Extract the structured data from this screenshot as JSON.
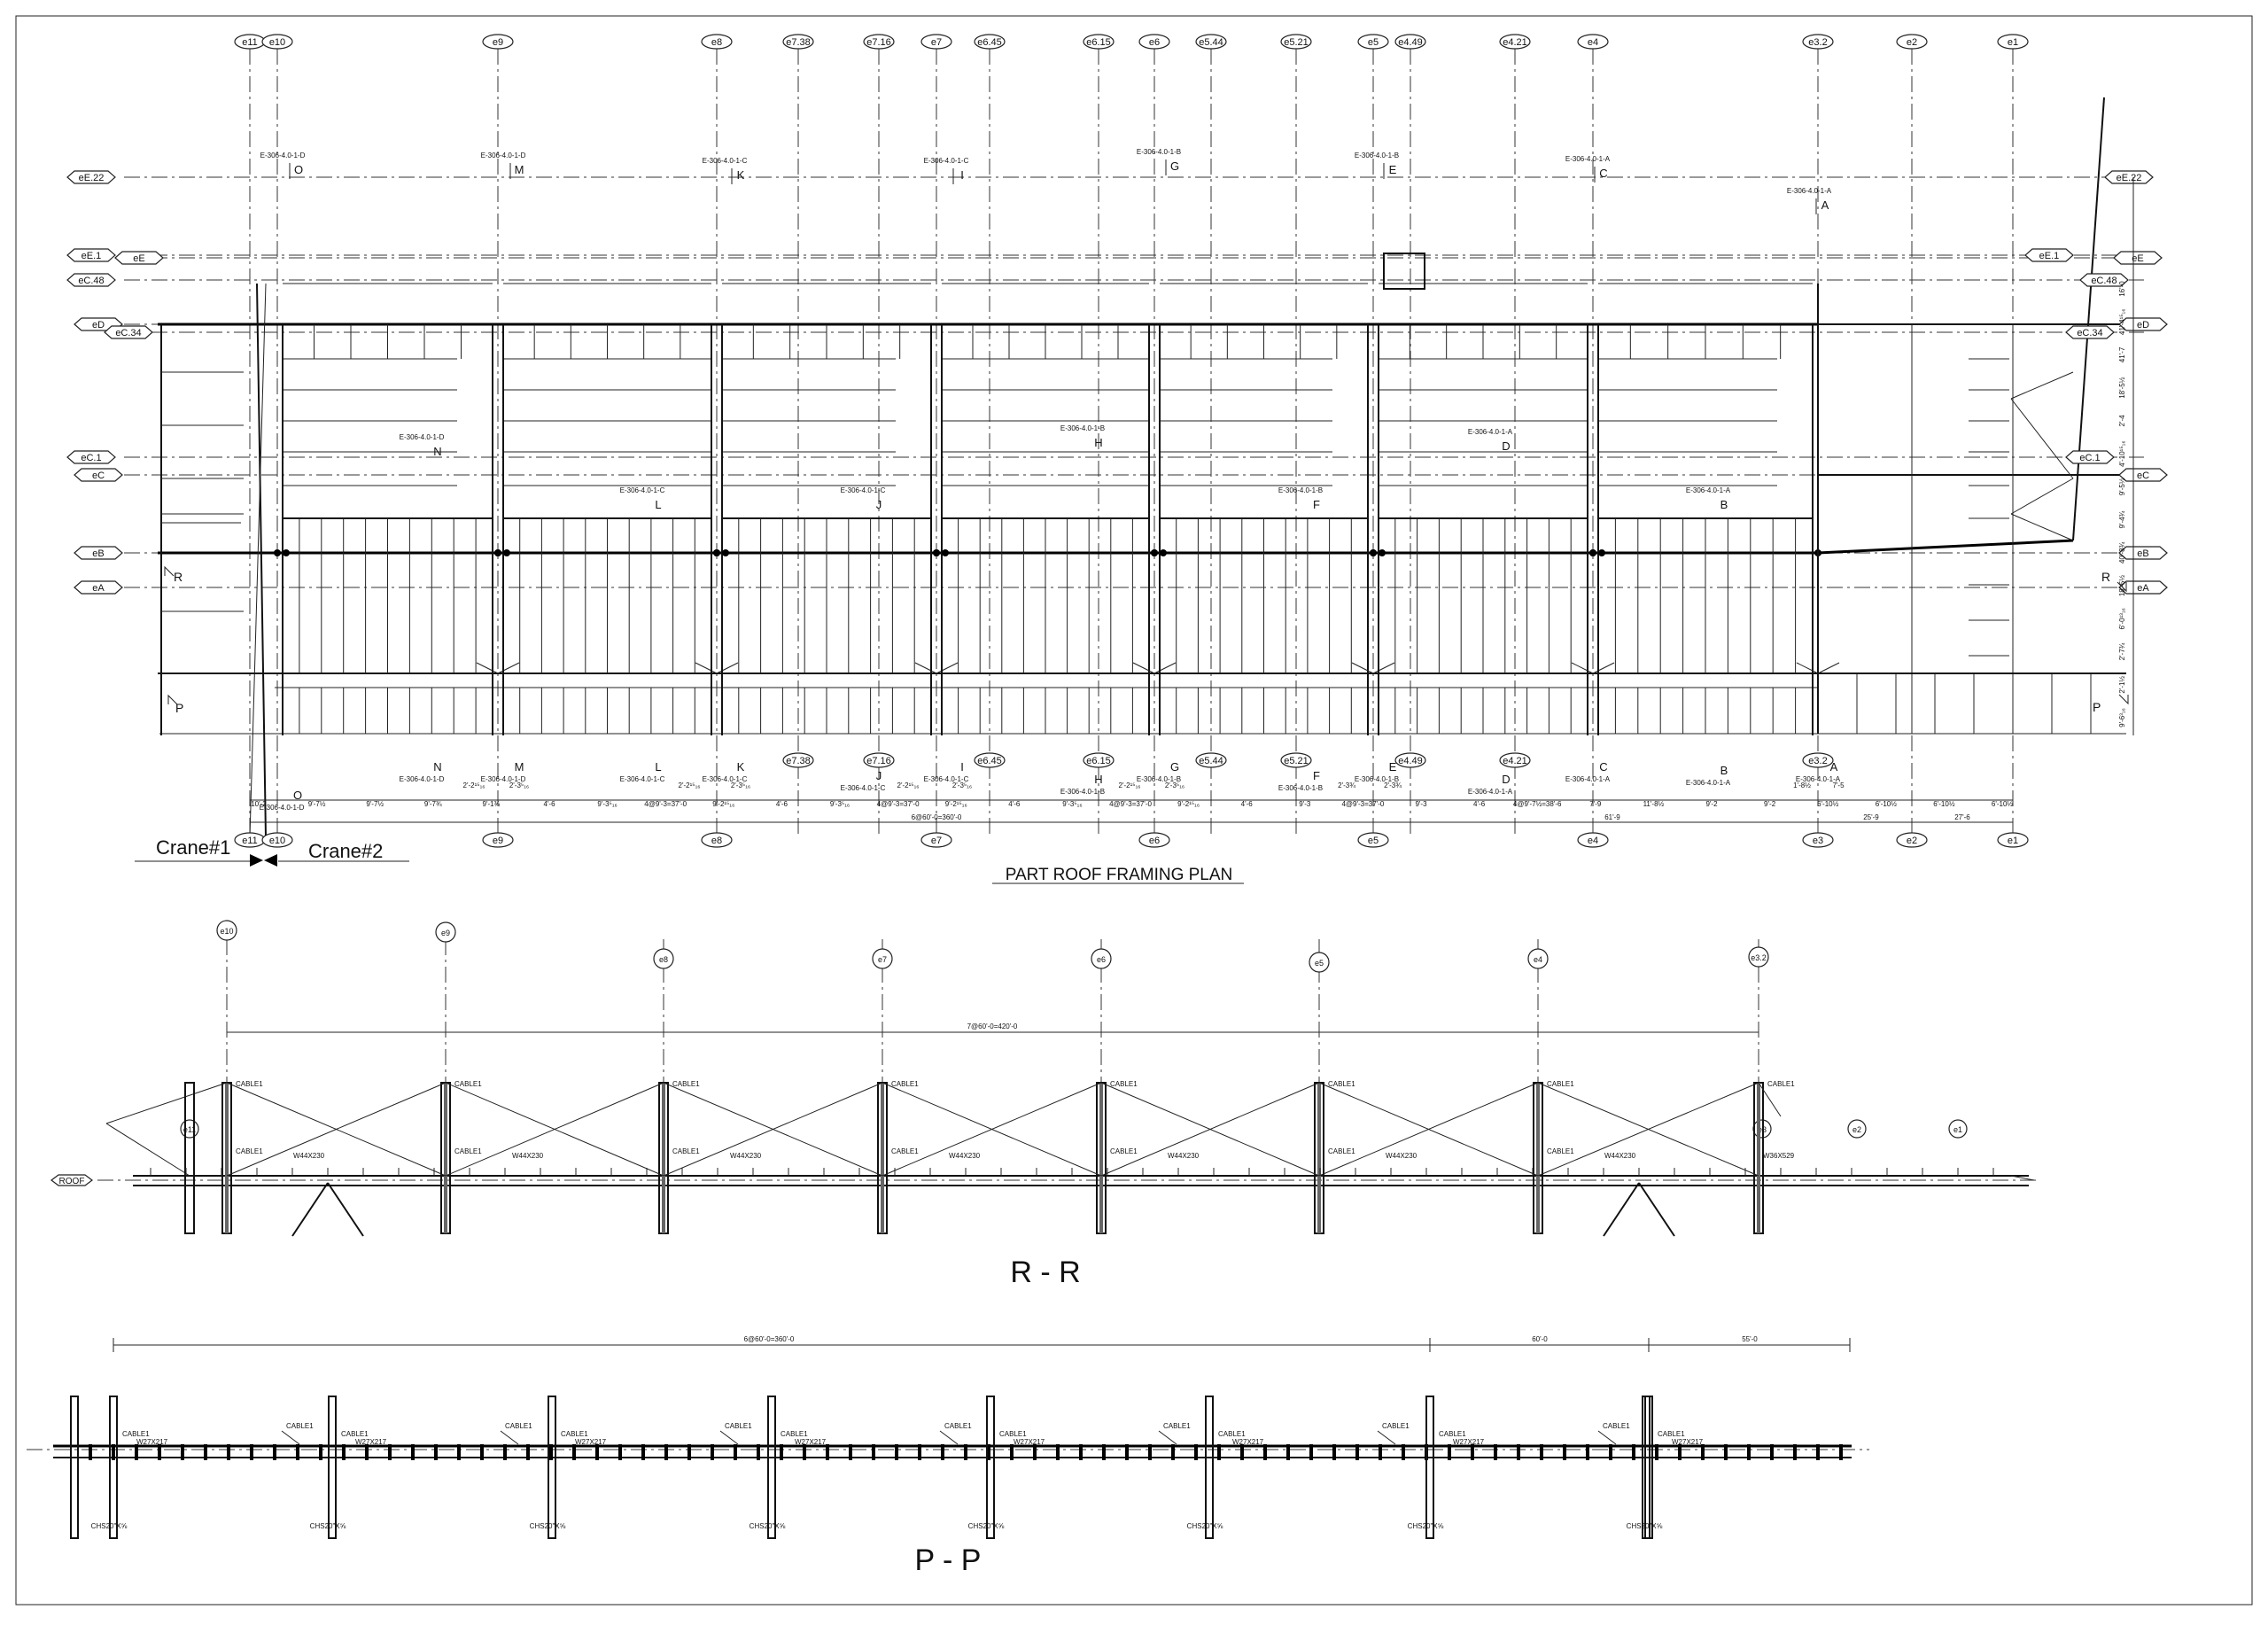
{
  "plan": {
    "title": "PART ROOF FRAMING PLAN",
    "crane_left": "Crane#1",
    "crane_right": "Crane#2",
    "grid_top": [
      "e11",
      "e10",
      "e9",
      "e8",
      "e7.38",
      "e7.16",
      "e7",
      "e6.45",
      "e6.15",
      "e6",
      "e5.44",
      "e5.21",
      "e5",
      "e4.49",
      "e4.21",
      "e4",
      "e3.2",
      "e2",
      "e1"
    ],
    "grid_bottom": [
      "e11",
      "e10",
      "e9",
      "e8",
      "e7",
      "e6",
      "e5",
      "e4",
      "e3",
      "e2",
      "e1"
    ],
    "grid_mid": [
      "e7.38",
      "e7.16",
      "e6.45",
      "e6.15",
      "e5.44",
      "e5.21",
      "e4.49",
      "e4.21",
      "e3.2"
    ],
    "rows_left": [
      "eE.22",
      "eE.1",
      "eE",
      "eC.48",
      "eD",
      "eC.34",
      "eC.1",
      "eC",
      "eB",
      "eA"
    ],
    "rows_right": [
      "eE.22",
      "eE.1",
      "eE",
      "eC.48",
      "eD",
      "eC.34",
      "eC.1",
      "eC",
      "eB",
      "eA"
    ],
    "section_marks_top": [
      {
        "ref": "E-306-4.0-1-D",
        "letter": "O"
      },
      {
        "ref": "E-306-4.0-1-D",
        "letter": "M"
      },
      {
        "ref": "E-306-4.0-1-C",
        "letter": "K"
      },
      {
        "ref": "E-306-4.0-1-C",
        "letter": "I"
      },
      {
        "ref": "E-306-4.0-1-B",
        "letter": "G"
      },
      {
        "ref": "E-306-4.0-1-B",
        "letter": "E"
      },
      {
        "ref": "E-306-4.0-1-A",
        "letter": "C"
      },
      {
        "ref": "E-306-4.0-1-A",
        "letter": "A"
      }
    ],
    "section_marks_mid": [
      {
        "ref": "E-306-4.0-1-D",
        "letter": "N"
      },
      {
        "ref": "E-306-4.0-1-C",
        "letter": "L"
      },
      {
        "ref": "E-306-4.0-1-C",
        "letter": "J"
      },
      {
        "ref": "E-306-4.0-1-B",
        "letter": "H"
      },
      {
        "ref": "E-306-4.0-1-B",
        "letter": "F"
      },
      {
        "ref": "E-306-4.0-1-A",
        "letter": "D"
      },
      {
        "ref": "E-306-4.0-1-A",
        "letter": "B"
      }
    ],
    "section_marks_bottom": [
      {
        "ref": "E-306-4.0-1-D",
        "letter": "O"
      },
      {
        "ref": "E-306-4.0-1-D",
        "letter": "N"
      },
      {
        "ref": "E-306-4.0-1-D",
        "letter": "M"
      },
      {
        "ref": "E-306-4.0-1-C",
        "letter": "L"
      },
      {
        "ref": "E-306-4.0-1-C",
        "letter": "K"
      },
      {
        "ref": "E-306-4.0-1-C",
        "letter": "J"
      },
      {
        "ref": "E-306-4.0-1-C",
        "letter": "I"
      },
      {
        "ref": "E-306-4.0-1-B",
        "letter": "H"
      },
      {
        "ref": "E-306-4.0-1-B",
        "letter": "G"
      },
      {
        "ref": "E-306-4.0-1-B",
        "letter": "F"
      },
      {
        "ref": "E-306-4.0-1-B",
        "letter": "E"
      },
      {
        "ref": "E-306-4.0-1-A",
        "letter": "D"
      },
      {
        "ref": "E-306-4.0-1-A",
        "letter": "C"
      },
      {
        "ref": "E-306-4.0-1-A",
        "letter": "B"
      },
      {
        "ref": "E-306-4.0-1-A",
        "letter": "A"
      }
    ],
    "section_cut_R": "R",
    "section_cut_P": "P",
    "dims_bottom": [
      "10'-2",
      "9'-7½",
      "9'-7½",
      "9'-7¾",
      "9'-1¾",
      "4'-6",
      "9'-3⁵₁₆",
      "4@9'-3=37'-0",
      "9'-2¹⁵₁₆",
      "4'-6",
      "9'-3⁵₁₆",
      "4@9'-3=37'-0",
      "9'-2¹⁵₁₆",
      "4'-6",
      "9'-3⁵₁₆",
      "4@9'-3=37'-0",
      "9'-2¹⁵₁₆",
      "4'-6",
      "9'-3",
      "4@9'-3=37'-0",
      "9'-3",
      "4'-6",
      "4@9'-7½=38'-6",
      "7'-9",
      "11'-8½",
      "9'-2",
      "9'-2",
      "6'-10½",
      "6'-10½",
      "6'-10½",
      "6'-10½"
    ],
    "dims_overall": [
      "6@60'-0=360'-0",
      "61'-9",
      "25'-9",
      "27'-6"
    ],
    "dims_sub": [
      "2'-2¹⁵₁₆",
      "2'-3⁵₁₆",
      "2'-2¹⁵₁₆",
      "2'-3⁵₁₆",
      "2'-2¹⁵₁₆",
      "2'-3⁵₁₆",
      "2'-2¹⁵₁₆",
      "2'-3⁵₁₆",
      "2'-3¾",
      "2'-3¾",
      "1'-8½",
      "7'-5"
    ],
    "dims_right": [
      "16'-0",
      "41'-4¹⁵₁₆",
      "41'-7",
      "18'-5½",
      "2'-4",
      "4'-10¹⁵₁₆",
      "9'-5½",
      "9'-4¾",
      "40'-8¾",
      "18'-5½",
      "6'-0¹³₁₆",
      "2'-7¾",
      "2'-1½",
      "9'-6³₁₆"
    ]
  },
  "section_rr": {
    "title": "R - R",
    "overall_dim": "7@60'-0=420'-0",
    "grids": [
      "e10",
      "e9",
      "e8",
      "e7",
      "e6",
      "e5",
      "e4",
      "e3.2"
    ],
    "grids_extra": [
      "e11",
      "e3",
      "e2",
      "e1"
    ],
    "level": "ROOF",
    "cable_label": "CABLE1",
    "beam_label": "W44X230",
    "end_beam_label": "W36X529"
  },
  "section_pp": {
    "title": "P - P",
    "overall_dim": "6@60'-0=360'-0",
    "dim_b": "60'-0",
    "dim_c": "55'-0",
    "cable_label": "CABLE1",
    "beam_label": "W27X217",
    "column_label": "CHS20\"X⅝"
  }
}
